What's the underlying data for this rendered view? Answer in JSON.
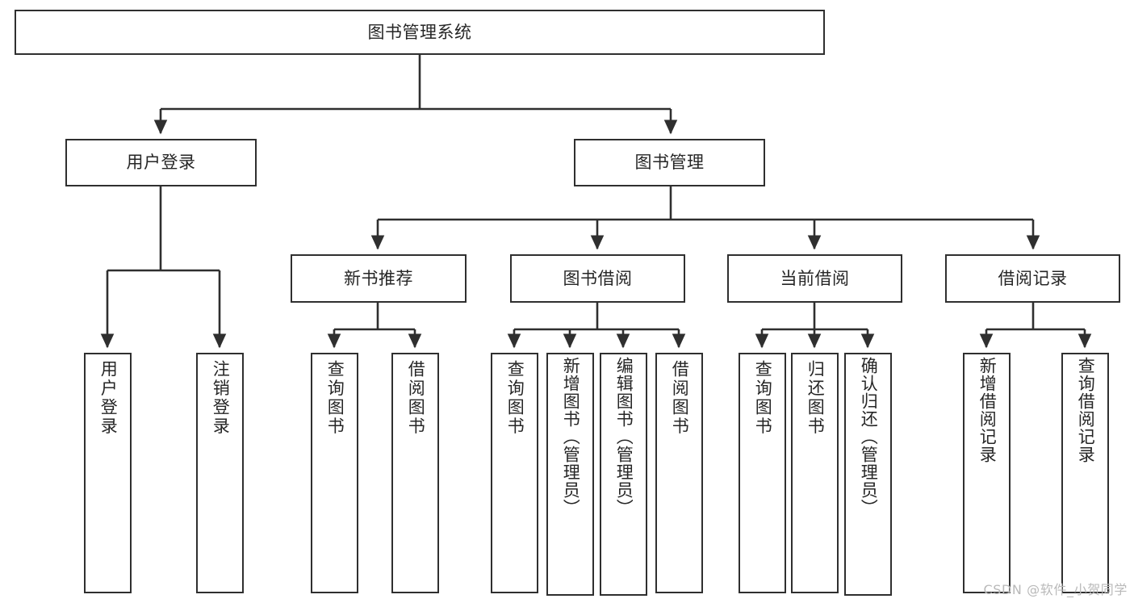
{
  "diagram": {
    "title": "图书管理系统",
    "type": "tree",
    "colors": {
      "stroke": "#2f2f2f",
      "fill": "#ffffff",
      "text": "#262626",
      "watermark": "#b9b9b9"
    }
  },
  "root": {
    "label": "图书管理系统"
  },
  "level1": [
    {
      "label": "用户登录"
    },
    {
      "label": "图书管理"
    }
  ],
  "level2": [
    {
      "label": "新书推荐"
    },
    {
      "label": "图书借阅"
    },
    {
      "label": "当前借阅"
    },
    {
      "label": "借阅记录"
    }
  ],
  "leaves": {
    "user_login": [
      {
        "label": "用户登录"
      },
      {
        "label": "注销登录"
      }
    ],
    "new_book_recommend": [
      {
        "label": "查询图书"
      },
      {
        "label": "借阅图书"
      }
    ],
    "book_borrow": [
      {
        "label": "查询图书"
      },
      {
        "label": "新增图书（管理员）"
      },
      {
        "label": "编辑图书（管理员）"
      },
      {
        "label": "借阅图书"
      }
    ],
    "current_borrow": [
      {
        "label": "查询图书"
      },
      {
        "label": "归还图书"
      },
      {
        "label": "确认归还（管理员）"
      }
    ],
    "borrow_record": [
      {
        "label": "新增借阅记录"
      },
      {
        "label": "查询借阅记录"
      }
    ]
  },
  "watermark": {
    "text": "CSDN @软件_小贺同学"
  }
}
